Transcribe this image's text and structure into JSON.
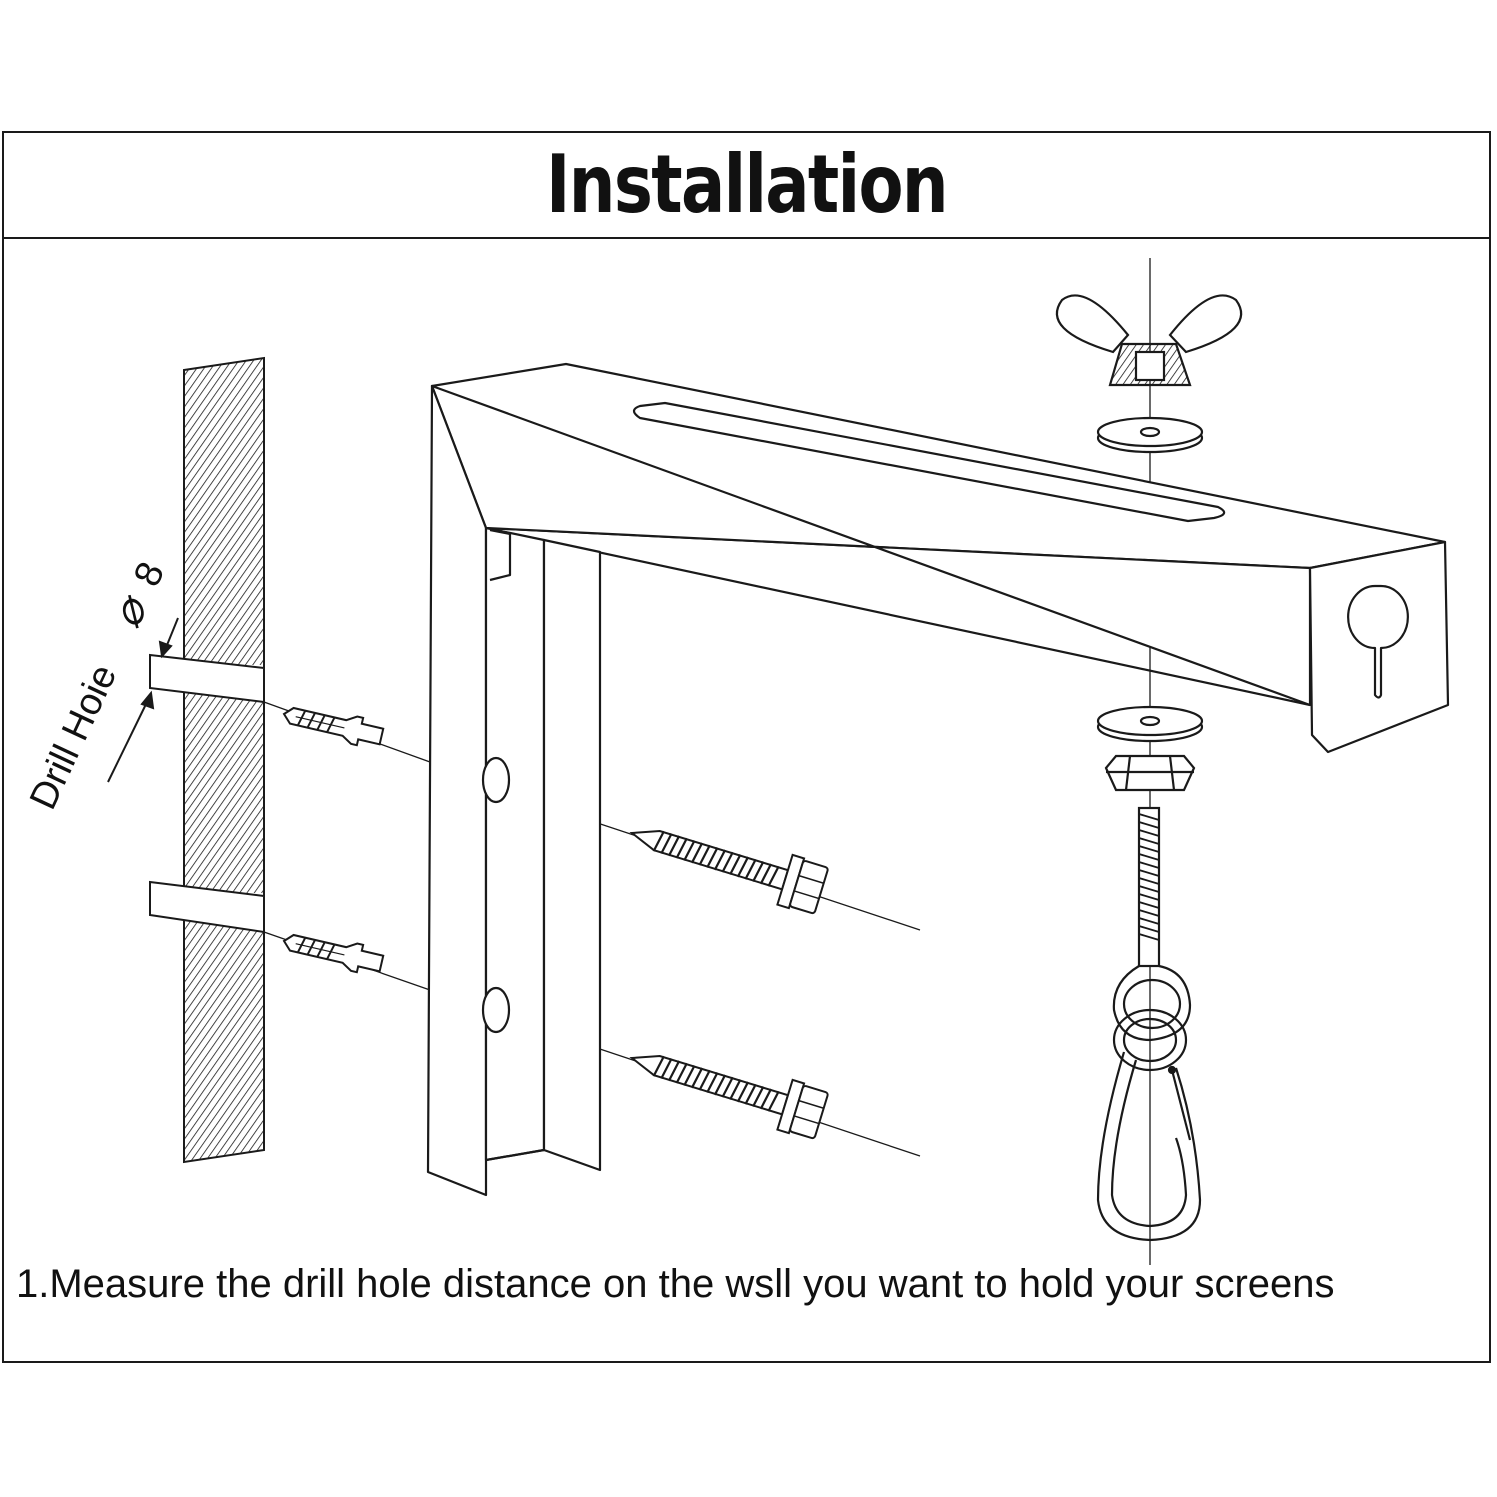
{
  "title": "Installation",
  "labels": {
    "drill_hole": "Drill Hoie",
    "diameter_symbol": "⌀",
    "diameter_value": "8"
  },
  "caption": "1.Measure the drill hole distance on the wsll you want to hold your screens",
  "colors": {
    "line": "#1a1a1a",
    "background": "#ffffff"
  }
}
